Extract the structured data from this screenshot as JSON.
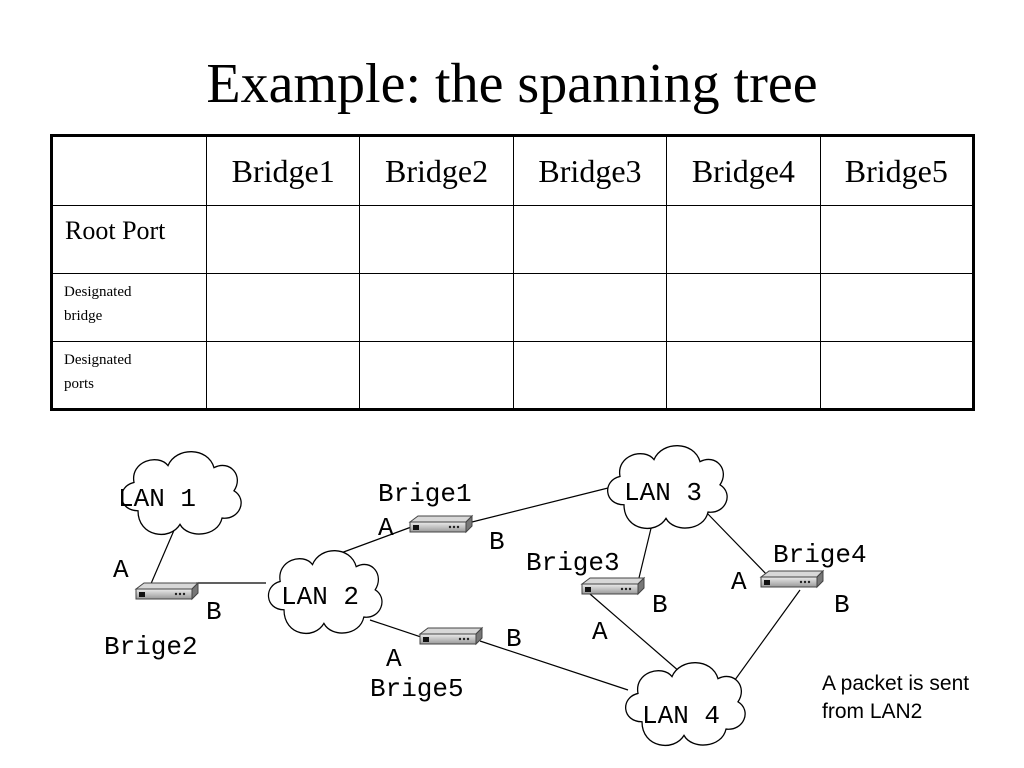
{
  "title": "Example: the spanning tree",
  "table": {
    "columns": [
      "",
      "Bridge1",
      "Bridge2",
      "Bridge3",
      "Bridge4",
      "Bridge5"
    ],
    "rows": [
      {
        "label": "Root Port",
        "cells": [
          "",
          "",
          "",
          "",
          ""
        ]
      },
      {
        "label": "Designated bridge",
        "cells": [
          "",
          "",
          "",
          "",
          ""
        ]
      },
      {
        "label": "Designated ports",
        "cells": [
          "",
          "",
          "",
          "",
          ""
        ]
      }
    ]
  },
  "diagram": {
    "lans": [
      {
        "id": "lan1",
        "label": "LAN 1"
      },
      {
        "id": "lan2",
        "label": "LAN 2"
      },
      {
        "id": "lan3",
        "label": "LAN 3"
      },
      {
        "id": "lan4",
        "label": "LAN 4"
      }
    ],
    "bridges": [
      {
        "id": "b1",
        "label": "Brige1",
        "port_a": "A",
        "port_b": "B"
      },
      {
        "id": "b2",
        "label": "Brige2",
        "port_a": "A",
        "port_b": "B"
      },
      {
        "id": "b3",
        "label": "Brige3",
        "port_a": "A",
        "port_b": "B"
      },
      {
        "id": "b4",
        "label": "Brige4",
        "port_a": "A",
        "port_b": "B"
      },
      {
        "id": "b5",
        "label": "Brige5",
        "port_a": "A",
        "port_b": "B"
      }
    ]
  },
  "note": "A packet is sent from LAN2"
}
